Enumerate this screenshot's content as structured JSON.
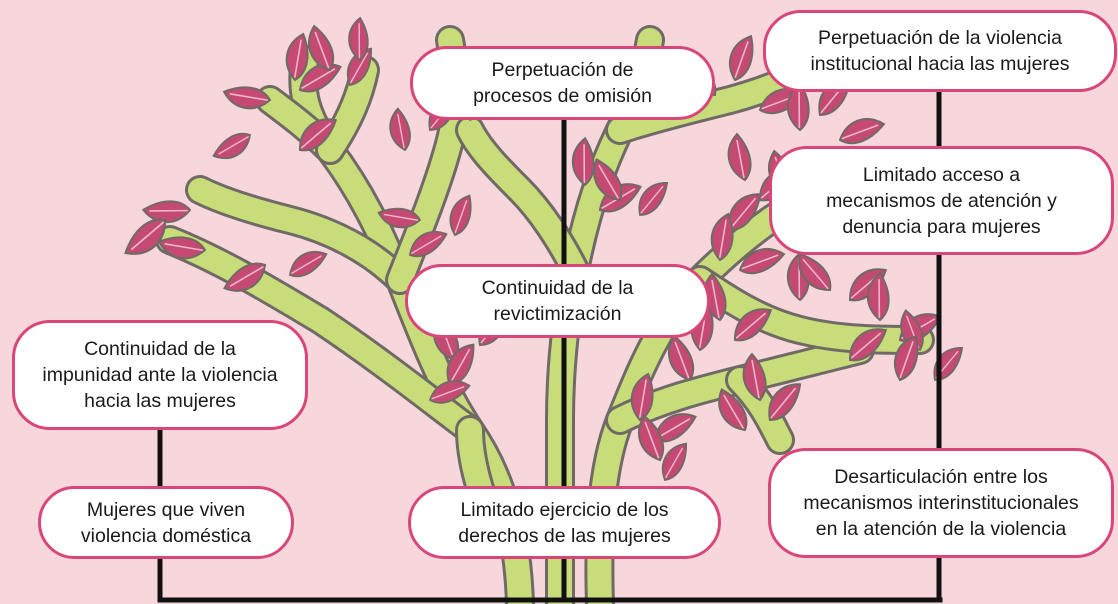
{
  "diagram": {
    "colors": {
      "background": "#f7d6dc",
      "node_border": "#d9467a",
      "node_fill": "#ffffff",
      "connector": "#111111",
      "branch": "#c8dc7a",
      "branch_outline": "#6f6a66",
      "leaf": "#c44a73",
      "leaf_vein": "#f0b7c8"
    },
    "nodes": {
      "perpetuacion_violencia_institucional": "Perpetuación de la violencia\ninstitucional hacia las mujeres",
      "perpetuacion_omision": "Perpetuación de\nprocesos de omisión",
      "limitado_acceso": "Limitado acceso a\nmecanismos de atención y\ndenuncia para mujeres",
      "continuidad_revictimizacion": "Continuidad de la\nrevictimización",
      "continuidad_impunidad": "Continuidad de la\nimpunidad ante la violencia\nhacia las mujeres",
      "mujeres_violencia_domestica": "Mujeres que viven\nviolencia doméstica",
      "limitado_ejercicio_derechos": "Limitado ejercicio de los\nderechos de las mujeres",
      "desarticulacion_mecanismos": "Desarticulación entre los\nmecanismos interinstitucionales\nen la atención de la violencia"
    }
  }
}
